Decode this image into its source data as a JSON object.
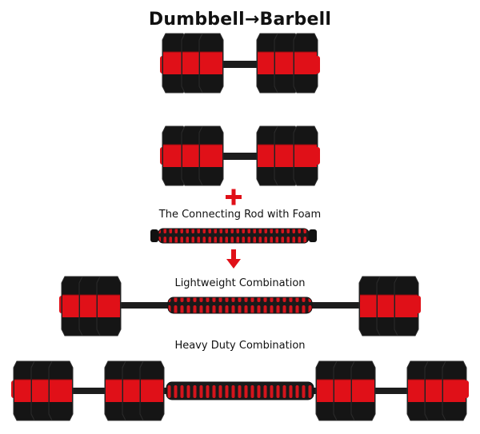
{
  "title": "Dumbbell→Barbell",
  "labels": {
    "connecting_rod": "The Connecting Rod with Foam",
    "lightweight": "Lightweight Combination",
    "heavy": "Heavy Duty Combination"
  },
  "symbols": {
    "plus": "plus-icon",
    "arrow": "arrow-down-icon"
  },
  "colors": {
    "plate": "#151515",
    "accent": "#e01018",
    "background": "#ffffff"
  }
}
